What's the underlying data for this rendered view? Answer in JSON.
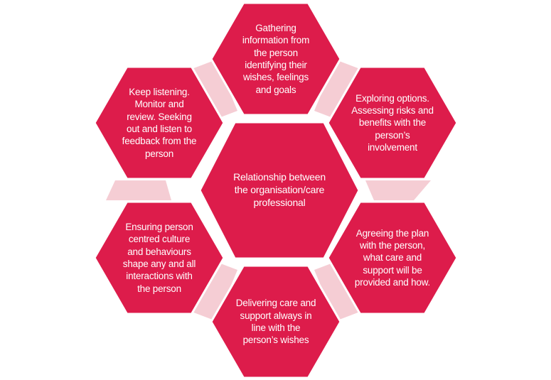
{
  "diagram": {
    "background": "#ffffff",
    "colors": {
      "hexagon_fill": "#dd1c4b",
      "connector_fill": "#f5cdd4",
      "text_color": "#ffffff"
    },
    "center_node": {
      "label": "Relationship between\nthe organisation/care\nprofessional"
    },
    "nodes": [
      {
        "id": "top",
        "label": "Gathering\ninformation from\nthe person\nidentifying their\nwishes, feelings\nand goals"
      },
      {
        "id": "top-right",
        "label": "Exploring options.\nAssessing risks and\nbenefits with the\nperson’s\ninvolvement"
      },
      {
        "id": "bottom-right",
        "label": "Agreeing the plan\nwith the person,\nwhat care and\nsupport will be\nprovided and how."
      },
      {
        "id": "bottom",
        "label": "Delivering care and\nsupport always in\nline with the\nperson’s wishes"
      },
      {
        "id": "bottom-left",
        "label": "Ensuring person\ncentred culture\nand behaviours\nshape any and all\ninteractions with\nthe person"
      },
      {
        "id": "top-left",
        "label": "Keep listening.\nMonitor and\nreview. Seeking\nout and listen to\nfeedback from the\nperson"
      }
    ]
  }
}
